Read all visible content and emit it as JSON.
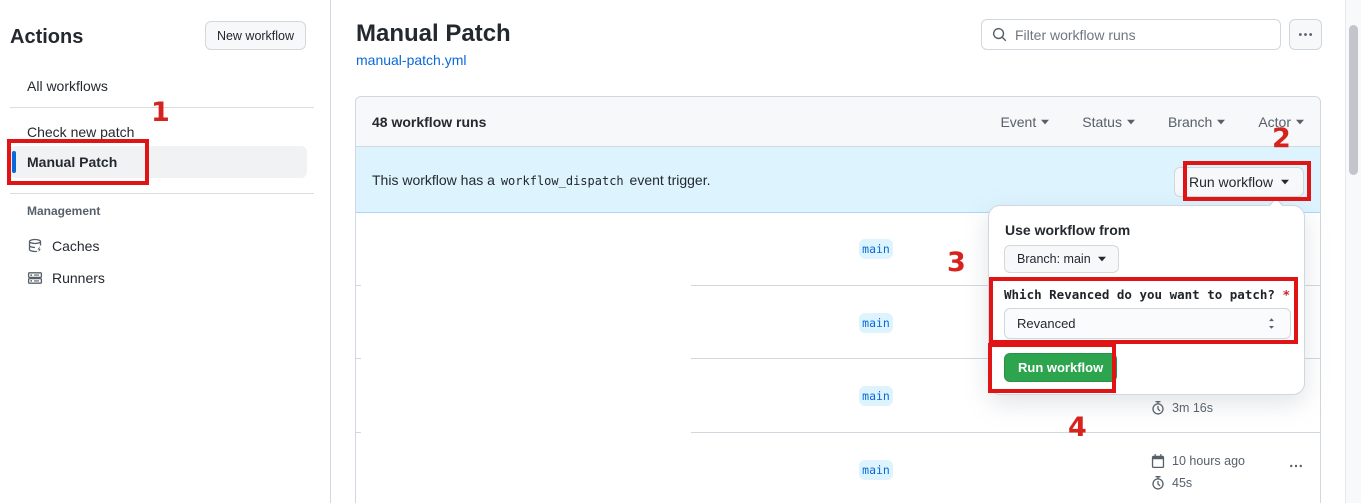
{
  "colors": {
    "annotation_red": "#e01414",
    "accent_orange": "#fd8c73",
    "link_blue": "#0969da",
    "banner_bg": "#ddf4ff",
    "button_green": "#2da44e"
  },
  "sidebar": {
    "title": "Actions",
    "new_workflow_button": "New workflow",
    "items": [
      {
        "label": "All workflows"
      },
      {
        "label": "Check new patch"
      },
      {
        "label": "Manual Patch",
        "selected": true
      }
    ],
    "section_label": "Management",
    "management_items": [
      {
        "label": "Caches",
        "icon": "database-icon"
      },
      {
        "label": "Runners",
        "icon": "server-icon"
      }
    ]
  },
  "header": {
    "title": "Manual Patch",
    "file_link": "manual-patch.yml",
    "filter_placeholder": "Filter workflow runs"
  },
  "runs_table": {
    "count_label": "48 workflow runs",
    "filters": [
      {
        "label": "Event"
      },
      {
        "label": "Status"
      },
      {
        "label": "Branch"
      },
      {
        "label": "Actor"
      }
    ],
    "banner": {
      "text_before": "This workflow has a",
      "code": "workflow_dispatch",
      "text_after": "event trigger.",
      "run_workflow_button": "Run workflow"
    },
    "rows": [
      {
        "branch": "main"
      },
      {
        "branch": "main"
      },
      {
        "branch": "main",
        "duration": "3m 16s"
      },
      {
        "branch": "main",
        "date": "10 hours ago",
        "duration": "45s"
      }
    ]
  },
  "run_dialog": {
    "heading": "Use workflow from",
    "branch_selector": "Branch: main",
    "input_label": "Which Revanced do you want to patch?",
    "required_mark": "*",
    "input_value": "Revanced",
    "submit_button": "Run workflow"
  },
  "annotations": {
    "step1": "1",
    "step2": "2",
    "step3": "3",
    "step4": "4"
  }
}
